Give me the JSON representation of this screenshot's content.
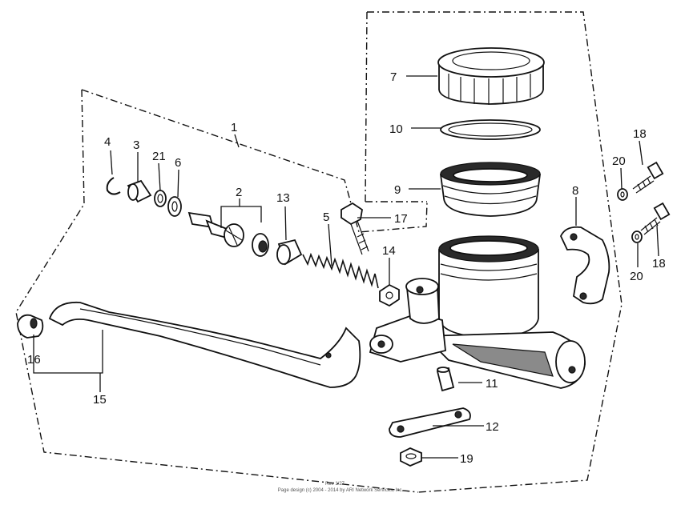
{
  "callouts": {
    "c1": "1",
    "c2": "2",
    "c3": "3",
    "c4": "4",
    "c5": "5",
    "c6": "6",
    "c7": "7",
    "c8": "8",
    "c9": "9",
    "c10": "10",
    "c11": "11",
    "c12": "12",
    "c13": "13",
    "c14": "14",
    "c15": "15",
    "c16": "16",
    "c17": "17",
    "c18a": "18",
    "c18b": "18",
    "c19": "19",
    "c20a": "20",
    "c20b": "20",
    "c21": "21"
  },
  "footer": {
    "line1": "Rev 1/27",
    "line2": "Page design (c) 2004 - 2014 by ARI Network Services, Inc."
  },
  "colors": {
    "ink": "#111111",
    "background": "#ffffff"
  }
}
